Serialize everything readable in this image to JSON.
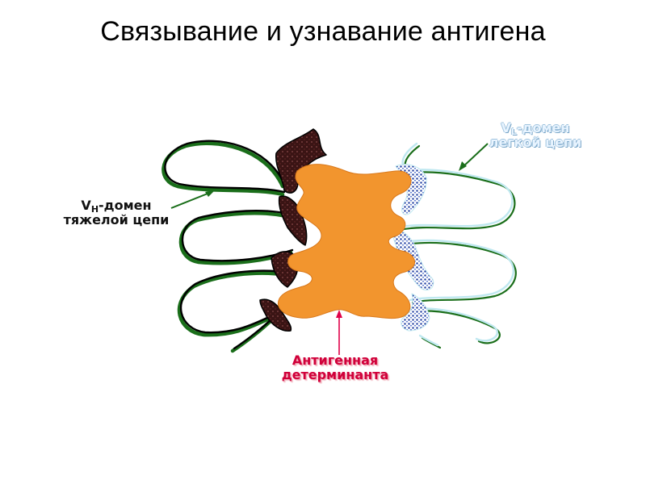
{
  "title": "Связывание и узнавание антигена",
  "labels": {
    "vh_prefix": "V",
    "vh_sub": "H",
    "vh_suffix": "-домен",
    "vh_line2": "тяжелой цепи",
    "vl_prefix": "V",
    "vl_sub": "L",
    "vl_suffix": "-домен",
    "vl_line2": "легкой цепи",
    "antigen_line1": "Антигенная",
    "antigen_line2": "детерминанта"
  },
  "colors": {
    "antigen": "#f2952e",
    "heavy_chain_outline": "#1a6e1a",
    "heavy_chain_fill": "#3a1414",
    "light_chain_outline": "#bfe8f0",
    "light_chain_dots": "#1c3a9e",
    "antigen_arrow": "#e0004a",
    "label_arrow": "#1a6e1a"
  }
}
